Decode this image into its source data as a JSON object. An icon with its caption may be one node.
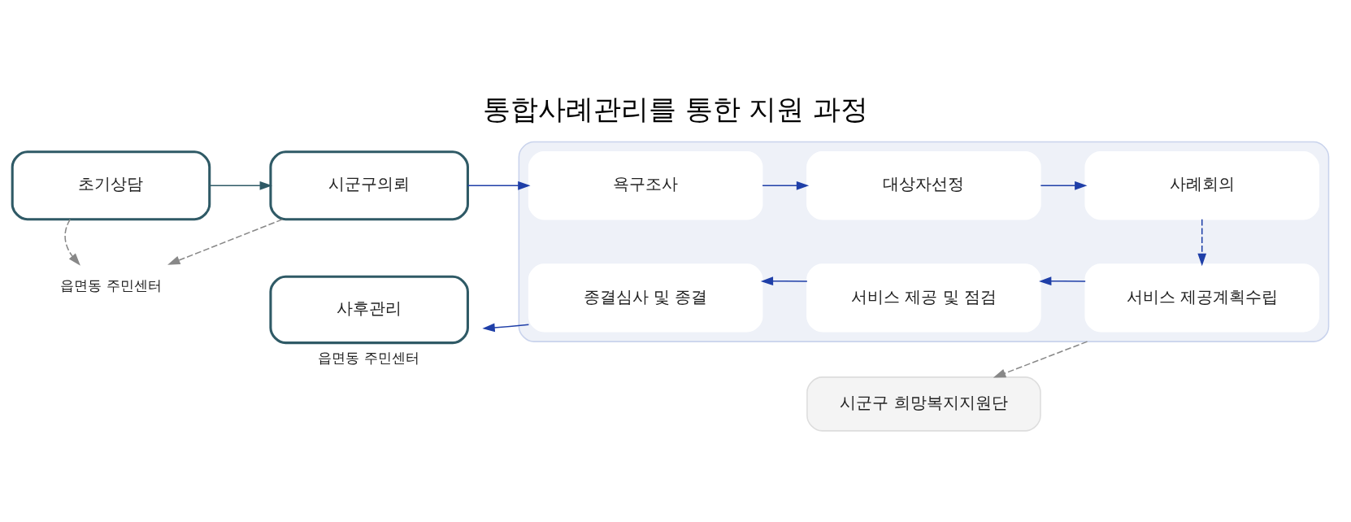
{
  "diagram": {
    "title": "통합사례관리를 통한 지원 과정",
    "nodes": [
      {
        "text": [
          "초기상담"
        ]
      },
      {
        "text": [
          "시군구의뢰"
        ]
      },
      {
        "text": [],
        "shape": "box"
      },
      {
        "text": [
          "욕구조사"
        ],
        "in": 2
      },
      {
        "text": [
          "대상자선정"
        ],
        "in": 2
      },
      {
        "text": [
          "사례회의"
        ],
        "in": 2
      },
      {
        "text": [
          "서비스 제공계획수립"
        ],
        "in": 2
      },
      {
        "text": [
          "서비스 제공 및 점검"
        ],
        "in": 2
      },
      {
        "text": [
          "종결심사 및 종결"
        ],
        "in": 2
      },
      {
        "text": [
          "사후관리"
        ],
        "beside": [
          "읍면동 주민센터"
        ]
      },
      {
        "text": [
          "읍면동 주민센터"
        ]
      },
      {
        "text": [
          "시군구 희망복지지원단"
        ]
      }
    ],
    "edges": [
      {
        "from": 0,
        "to": 1,
        "arrow": "to",
        "color": "#2f5a66"
      },
      {
        "from": 1,
        "to": 3,
        "arrow": "to"
      },
      {
        "from": 3,
        "to": 4,
        "arrow": "to"
      },
      {
        "from": 4,
        "to": 5,
        "arrow": "to"
      },
      {
        "from": 5,
        "to": 6,
        "arrow": "to",
        "style": "dashed"
      },
      {
        "from": 6,
        "to": 7,
        "arrow": "to"
      },
      {
        "from": 7,
        "to": 8,
        "arrow": "to"
      },
      {
        "from": 8,
        "to": 9,
        "arrow": "to"
      },
      {
        "from": 0,
        "to": 10,
        "arrow": "to",
        "style": "dashed",
        "color": "#888888"
      },
      {
        "from": 1,
        "to": 10,
        "arrow": "to",
        "style": "dashed",
        "color": "#888888"
      },
      {
        "from": 2,
        "to": 11,
        "arrow": "to",
        "style": "dashed",
        "color": "#888888"
      }
    ]
  }
}
